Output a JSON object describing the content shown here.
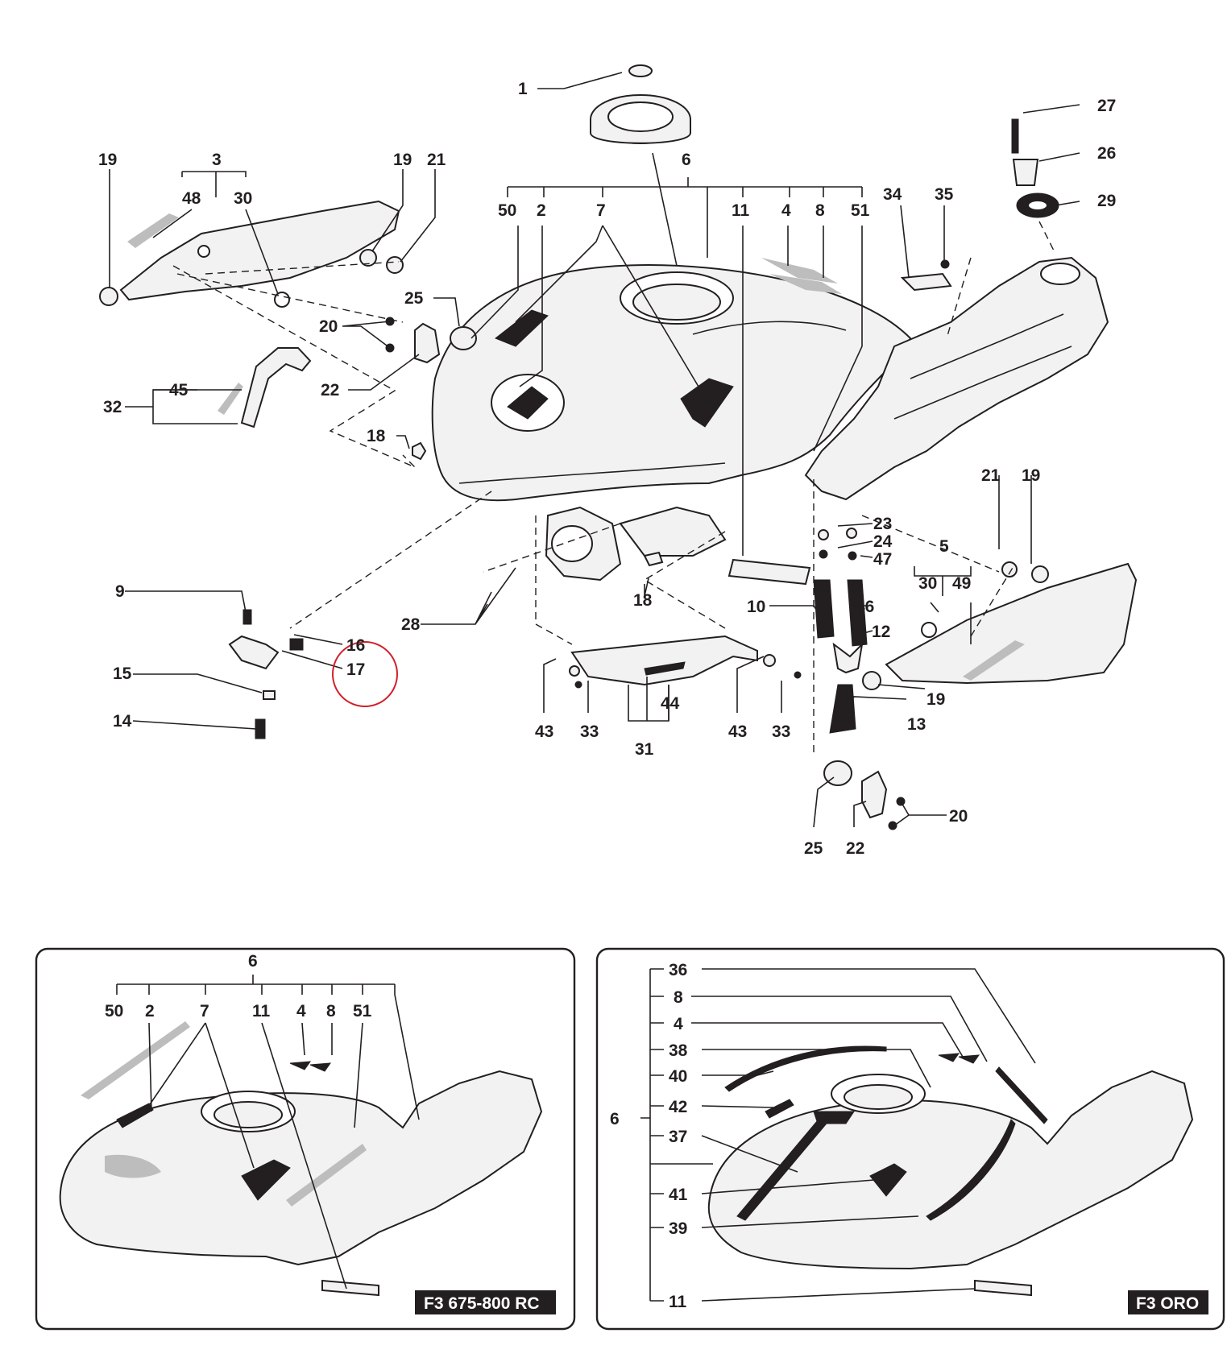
{
  "callouts": {
    "c1": "1",
    "c3": "3",
    "c48": "48",
    "c30a": "30",
    "c19a": "19",
    "c19b": "19",
    "c21a": "21",
    "c6": "6",
    "c50": "50",
    "c2": "2",
    "c7": "7",
    "c11": "11",
    "c4": "4",
    "c8": "8",
    "c51": "51",
    "c34": "34",
    "c35": "35",
    "c27": "27",
    "c26": "26",
    "c29": "29",
    "c25a": "25",
    "c20a": "20",
    "c22a": "22",
    "c32": "32",
    "c45": "45",
    "c18a": "18",
    "c21b": "21",
    "c19c": "19",
    "c23": "23",
    "c24": "24",
    "c47": "47",
    "c5": "5",
    "c30b": "30",
    "c49": "49",
    "c9": "9",
    "c16": "16",
    "c17": "17",
    "c15": "15",
    "c14": "14",
    "c18b": "18",
    "c28": "28",
    "c10": "10",
    "c46": "46",
    "c12": "12",
    "c19d": "19",
    "c13": "13",
    "c43a": "43",
    "c33a": "33",
    "c44": "44",
    "c31": "31",
    "c43b": "43",
    "c33b": "33",
    "c25b": "25",
    "c22b": "22",
    "c20b": "20"
  },
  "inset_left": {
    "badge": "F3 675-800 RC",
    "labels": {
      "c6": "6",
      "c50": "50",
      "c2": "2",
      "c7": "7",
      "c11": "11",
      "c4": "4",
      "c8": "8",
      "c51": "51"
    }
  },
  "inset_right": {
    "badge": "F3 ORO",
    "labels": {
      "c36": "36",
      "c8": "8",
      "c4": "4",
      "c38": "38",
      "c40": "40",
      "c6": "6",
      "c42": "42",
      "c37": "37",
      "c41": "41",
      "c39": "39",
      "c11": "11"
    }
  },
  "colors": {
    "ink": "#231f20",
    "highlight": "#d0202a",
    "decal": "#bdbdbd"
  }
}
